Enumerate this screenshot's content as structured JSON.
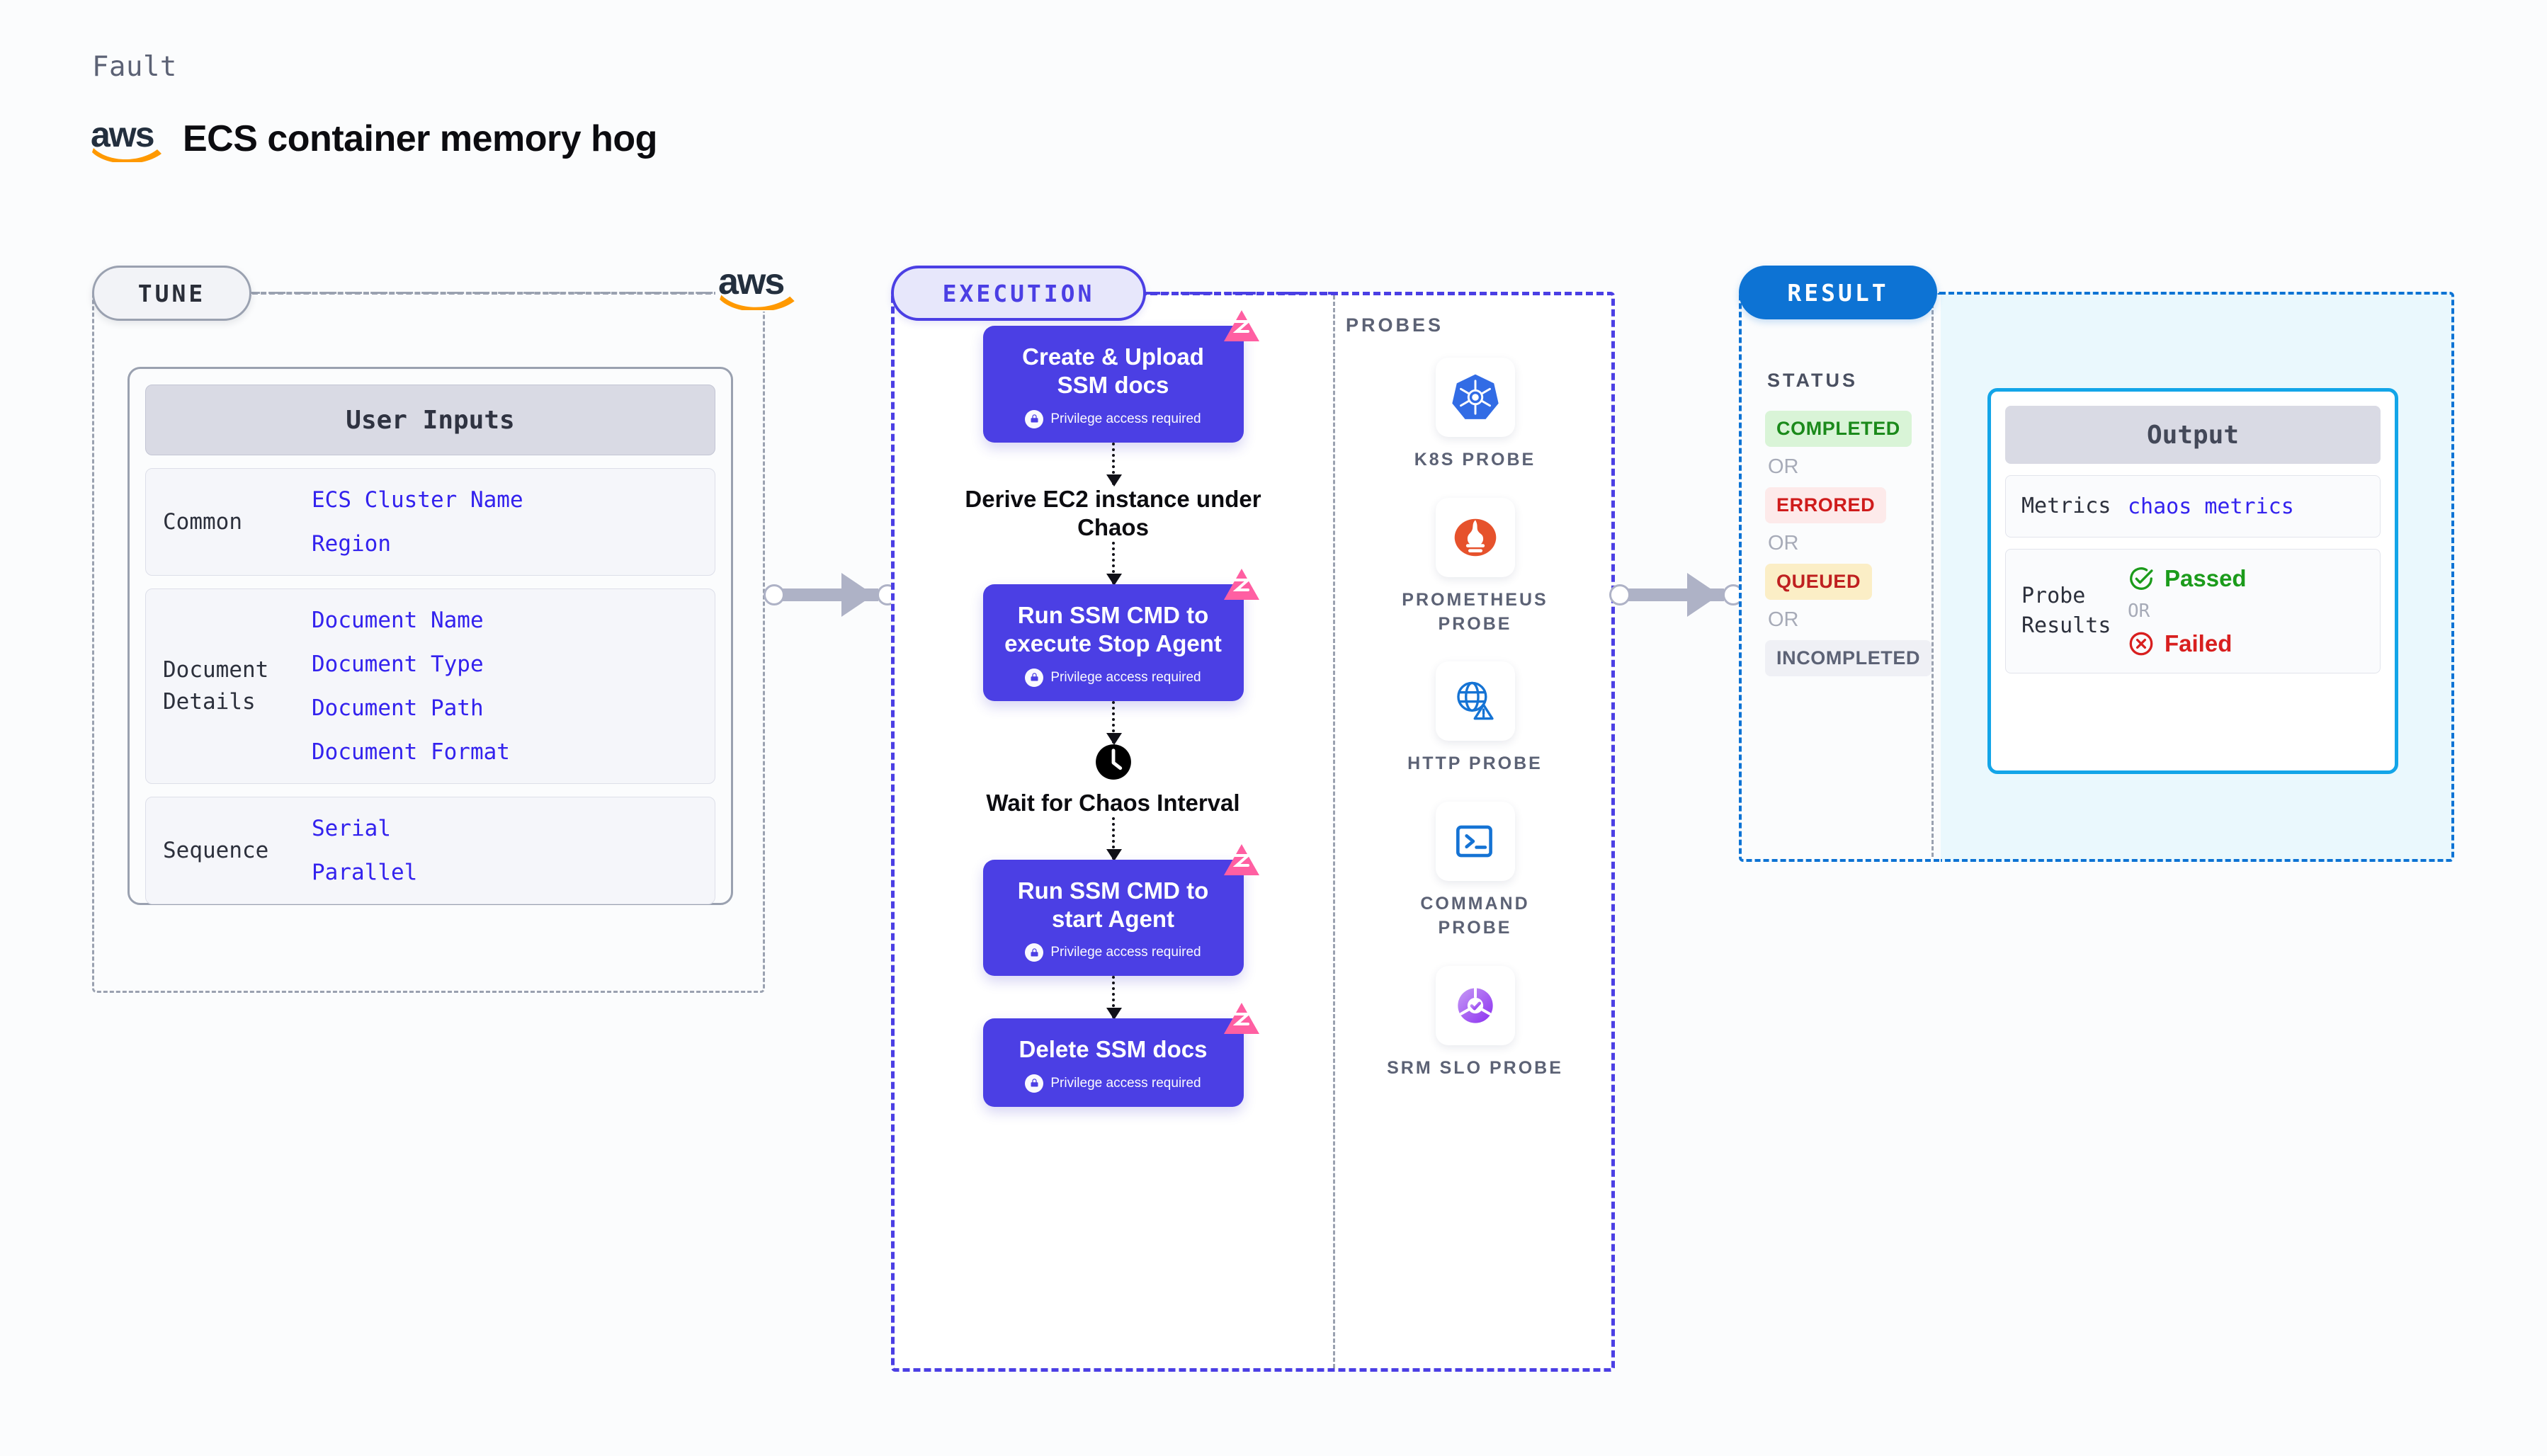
{
  "header": {
    "kicker": "Fault",
    "title": "ECS container memory hog",
    "logo": "aws-logo"
  },
  "tune": {
    "pill_label": "TUNE",
    "logo": "aws-logo",
    "card_title": "User Inputs",
    "groups": [
      {
        "label": "Common",
        "values": [
          "ECS Cluster Name",
          "Region"
        ]
      },
      {
        "label": "Document Details",
        "values": [
          "Document Name",
          "Document Type",
          "Document Path",
          "Document Format"
        ]
      },
      {
        "label": "Sequence",
        "values": [
          "Serial",
          "Parallel"
        ]
      }
    ]
  },
  "execution": {
    "pill_label": "EXECUTION",
    "probes_label": "PROBES",
    "privilege_text": "Privilege access required",
    "flow": [
      {
        "title": "Create & Upload SSM docs",
        "type": "task",
        "privileged": true,
        "chaos_badge": true
      },
      {
        "title": "Derive EC2 instance under Chaos",
        "type": "plain",
        "privileged": false,
        "chaos_badge": false
      },
      {
        "title": "Run SSM CMD to execute Stop Agent",
        "type": "task",
        "privileged": true,
        "chaos_badge": true
      },
      {
        "title": "Wait for Chaos Interval",
        "type": "clock",
        "privileged": false,
        "chaos_badge": false
      },
      {
        "title": "Run SSM CMD to start Agent",
        "type": "task",
        "privileged": true,
        "chaos_badge": true
      },
      {
        "title": "Delete SSM docs",
        "type": "task",
        "privileged": true,
        "chaos_badge": true
      }
    ],
    "probes": [
      {
        "name": "K8S PROBE",
        "icon": "kubernetes-icon"
      },
      {
        "name": "PROMETHEUS PROBE",
        "icon": "prometheus-icon"
      },
      {
        "name": "HTTP PROBE",
        "icon": "globe-warning-icon"
      },
      {
        "name": "COMMAND PROBE",
        "icon": "terminal-icon"
      },
      {
        "name": "SRM SLO PROBE",
        "icon": "srm-slo-icon"
      }
    ]
  },
  "result": {
    "pill_label": "RESULT",
    "status_label": "STATUS",
    "or_label": "OR",
    "statuses": [
      {
        "label": "COMPLETED",
        "style": "b-completed"
      },
      {
        "label": "ERRORED",
        "style": "b-errored"
      },
      {
        "label": "QUEUED",
        "style": "b-queued"
      },
      {
        "label": "INCOMPLETED",
        "style": "b-incompleted"
      }
    ],
    "output": {
      "title": "Output",
      "metrics_label": "Metrics",
      "metrics_value": "chaos metrics",
      "probe_results_label": "Probe Results",
      "passed_label": "Passed",
      "failed_label": "Failed",
      "or_label": "OR"
    }
  },
  "colors": {
    "purple": "#4b3fe4",
    "pink": "#ff5fa2",
    "blue": "#0d73d4",
    "cyan": "#13a5e8",
    "aws_orange": "#f90",
    "aws_navy": "#232f3e",
    "grey": "#9aa1b0"
  }
}
